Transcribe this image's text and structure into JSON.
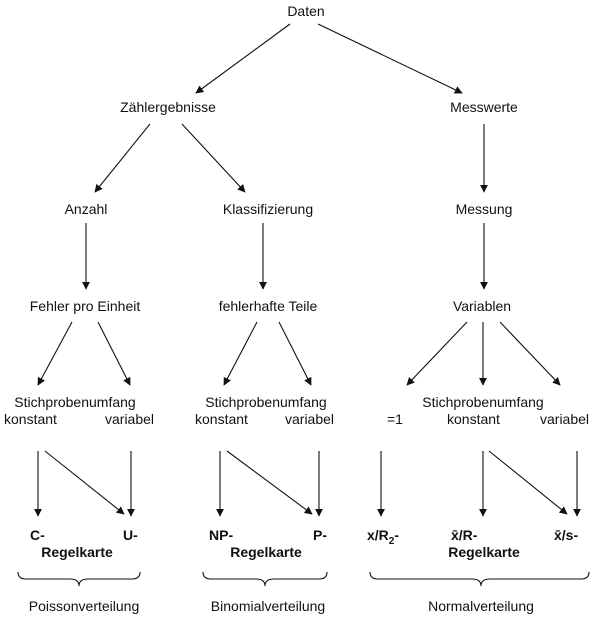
{
  "nodes": {
    "root": "Daten",
    "counts": "Zählergebnisse",
    "measures": "Messwerte",
    "anzahl": "Anzahl",
    "klass": "Klassifizierung",
    "messung": "Messung",
    "fehler_einheit": "Fehler pro Einheit",
    "fehler_teile": "fehlerhafte Teile",
    "variablen": "Variablen"
  },
  "sample": {
    "label": "Stichprobenumfang",
    "konstant": "konstant",
    "variabel": "variabel",
    "eins": "=1"
  },
  "charts": {
    "c": "C-",
    "u": "U-",
    "np": "NP-",
    "p": "P-",
    "x_r2_main": "x/R",
    "x_r2_sub": "2",
    "x_r2_tail": "-",
    "xbar_r": "x̄/R-",
    "xbar_s": "x̄/s-",
    "regelkarte": "Regelkarte"
  },
  "distributions": {
    "poisson": "Poissonverteilung",
    "binomial": "Binomialverteilung",
    "normal": "Normalverteilung"
  }
}
